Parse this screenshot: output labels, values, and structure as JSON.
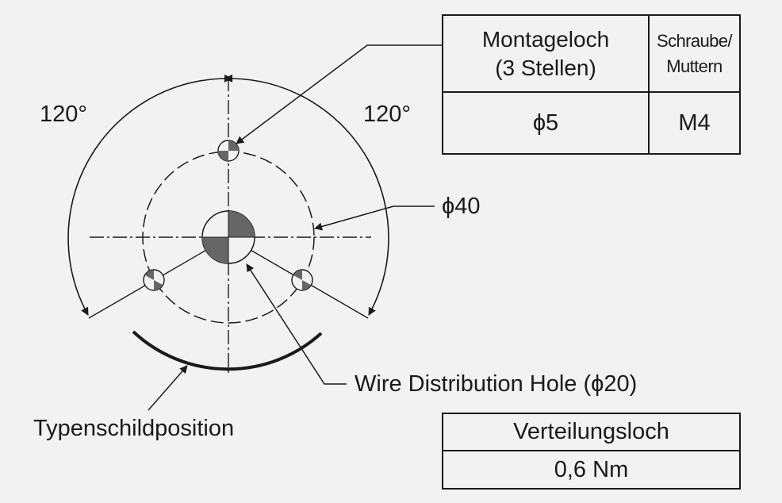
{
  "angles": {
    "left": "120°",
    "right": "120°"
  },
  "dimensions": {
    "bolt_circle": "ϕ40"
  },
  "labels": {
    "wire_hole": "Wire Distribution Hole (ϕ20)",
    "nameplate": "Typenschildposition"
  },
  "mount_table": {
    "header_hole_line1": "Montageloch",
    "header_hole_line2": "(3 Stellen)",
    "header_screw_line1": "Schraube/",
    "header_screw_line2": "Muttern",
    "hole_value": "ϕ5",
    "screw_value": "M4"
  },
  "torque_table": {
    "header": "Verteilungsloch",
    "value": "0,6 Nm"
  },
  "colors": {
    "fill_dark": "#666666",
    "line": "#1a1a1a",
    "background": "#f2f2f2"
  }
}
